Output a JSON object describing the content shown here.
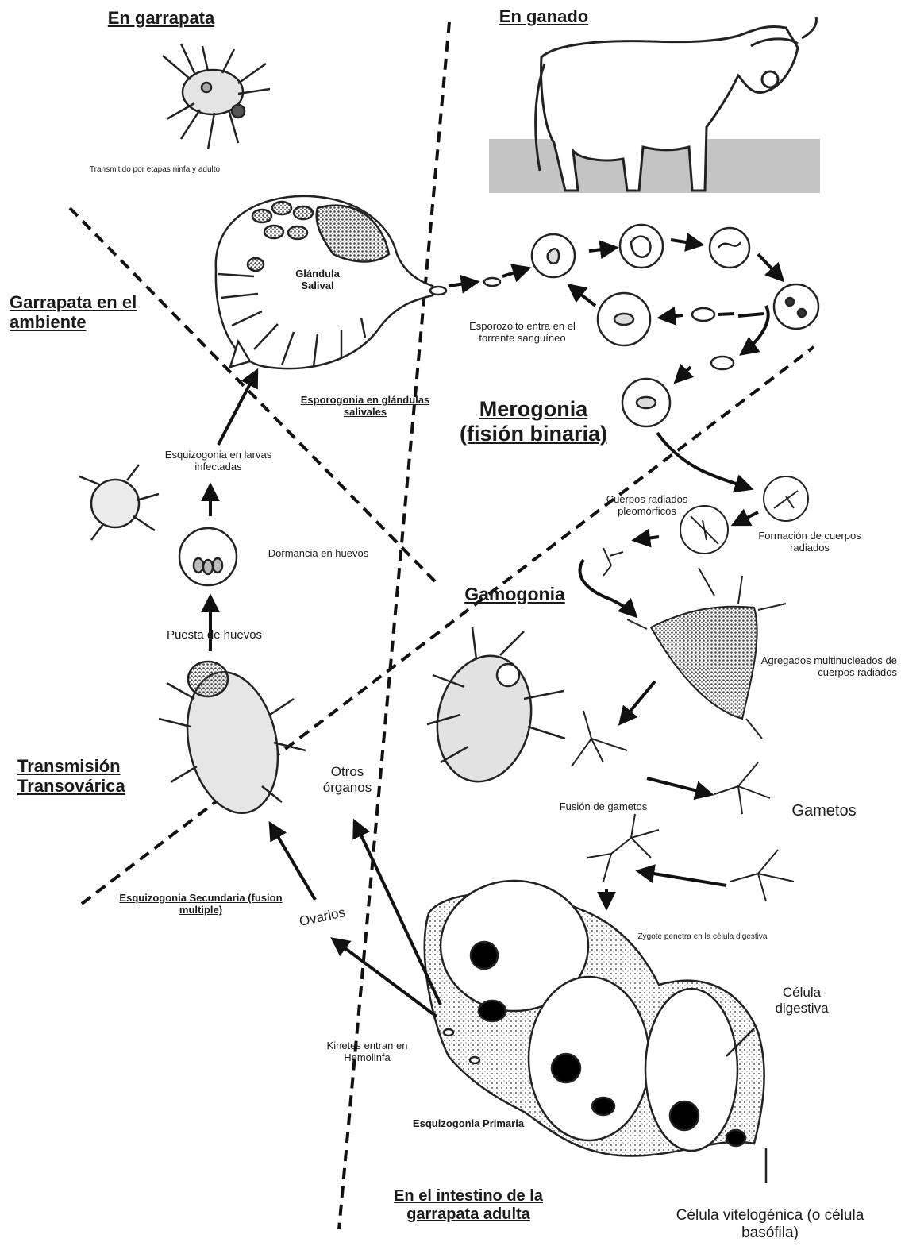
{
  "sections": {
    "tick": "En garrapata",
    "cattle": "En ganado",
    "environment": "Garrapata en el ambiente",
    "transovarial": "Transmisión Transovárica",
    "gut": "En el intestino de la garrapata adulta",
    "merogony": "Merogonia (fisión binaria)",
    "gamogony": "Gamogonia"
  },
  "labels": {
    "transmitted": "Transmitido por etapas ninfa y adulto",
    "salivary_gland": "Glándula Salival",
    "sporogony": "Esporogonia en glándulas salivales",
    "sporozoite": "Esporozoito entra en el torrente sanguíneo",
    "schizogony_larvae": "Esquizogonia en larvas infectadas",
    "egg_dormancy": "Dormancia en huevos",
    "egg_laying": "Puesta de huevos",
    "radiated_pleomorphic": "Cuerpos radiados pleomórficos",
    "radiated_formation": "Formación de cuerpos radiados",
    "aggregates": "Agregados multinucleados de cuerpos radiados",
    "gametes": "Gametos",
    "gamete_fusion": "Fusión de gametos",
    "zygote": "Zygote penetra en la célula digestiva",
    "digestive_cell": "Célula digestiva",
    "vitellogenic_cell": "Célula vitelogénica (o célula basófila)",
    "other_organs": "Otros órganos",
    "ovaries": "Ovarios",
    "kinetes": "Kinetes entran en Hemolinfa",
    "secondary_schizogony": "Esquizogonia Secundaria (fusion multiple)",
    "primary_schizogony": "Esquizogonia Primaria"
  },
  "colors": {
    "line": "#111111",
    "stipple": "#9a9a9a",
    "nucleus": "#000000",
    "ground": "#bdbdbd"
  }
}
